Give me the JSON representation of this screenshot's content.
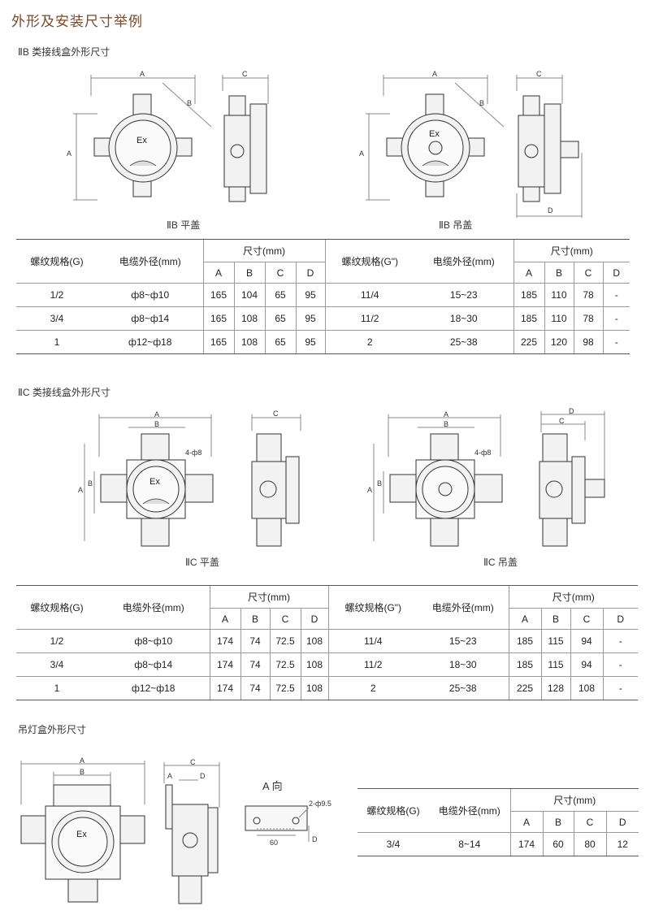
{
  "page_title": "外形及安装尺寸举例",
  "sections": {
    "iib": {
      "title": "ⅡB 类接线盒外形尺寸",
      "left_caption": "ⅡB 平盖",
      "right_caption": "ⅡB 吊盖",
      "header": {
        "thread": "螺纹规格(G)",
        "cable": "电缆外径(mm)",
        "size": "尺寸(mm)",
        "thread2": "螺纹规格(G\")",
        "cable2": "电缆外径(mm)",
        "size2": "尺寸(mm)",
        "cols": [
          "A",
          "B",
          "C",
          "D"
        ]
      },
      "rows": [
        {
          "g": "1/2",
          "cable": "ф8~ф10",
          "a": "165",
          "b": "104",
          "c": "65",
          "d": "95",
          "g2": "11/4",
          "cable2": "15~23",
          "a2": "185",
          "b2": "110",
          "c2": "78",
          "d2": "-"
        },
        {
          "g": "3/4",
          "cable": "ф8~ф14",
          "a": "165",
          "b": "108",
          "c": "65",
          "d": "95",
          "g2": "11/2",
          "cable2": "18~30",
          "a2": "185",
          "b2": "110",
          "c2": "78",
          "d2": "-"
        },
        {
          "g": "1",
          "cable": "ф12~ф18",
          "a": "165",
          "b": "108",
          "c": "65",
          "d": "95",
          "g2": "2",
          "cable2": "25~38",
          "a2": "225",
          "b2": "120",
          "c2": "98",
          "d2": "-"
        }
      ]
    },
    "iic": {
      "title": "ⅡC 类接线盒外形尺寸",
      "left_caption": "ⅡC 平盖",
      "right_caption": "ⅡC 吊盖",
      "header": {
        "thread": "螺纹规格(G)",
        "cable": "电缆外径(mm)",
        "size": "尺寸(mm)",
        "thread2": "螺纹规格(G\")",
        "cable2": "电缆外径(mm)",
        "size2": "尺寸(mm)",
        "cols": [
          "A",
          "B",
          "C",
          "D"
        ]
      },
      "rows": [
        {
          "g": "1/2",
          "cable": "ф8~ф10",
          "a": "174",
          "b": "74",
          "c": "72.5",
          "d": "108",
          "g2": "11/4",
          "cable2": "15~23",
          "a2": "185",
          "b2": "115",
          "c2": "94",
          "d2": "-"
        },
        {
          "g": "3/4",
          "cable": "ф8~ф14",
          "a": "174",
          "b": "74",
          "c": "72.5",
          "d": "108",
          "g2": "11/2",
          "cable2": "18~30",
          "a2": "185",
          "b2": "115",
          "c2": "94",
          "d2": "-"
        },
        {
          "g": "1",
          "cable": "ф12~ф18",
          "a": "174",
          "b": "74",
          "c": "72.5",
          "d": "108",
          "g2": "2",
          "cable2": "25~38",
          "a2": "225",
          "b2": "128",
          "c2": "108",
          "d2": "-"
        }
      ]
    },
    "lamp": {
      "title": "吊灯盒外形尺寸",
      "a_view": "A 向",
      "header": {
        "thread": "螺纹规格(G)",
        "cable": "电缆外径(mm)",
        "size": "尺寸(mm)",
        "cols": [
          "A",
          "B",
          "C",
          "D"
        ]
      },
      "rows": [
        {
          "g": "3/4",
          "cable": "8~14",
          "a": "174",
          "b": "60",
          "c": "80",
          "d": "12"
        }
      ]
    }
  },
  "drawing_labels": {
    "ex": "Ex",
    "holes4": "4-ф8",
    "holes2": "2-ф9.5",
    "dim60": "60",
    "A": "A",
    "B": "B",
    "C": "C",
    "D": "D"
  }
}
